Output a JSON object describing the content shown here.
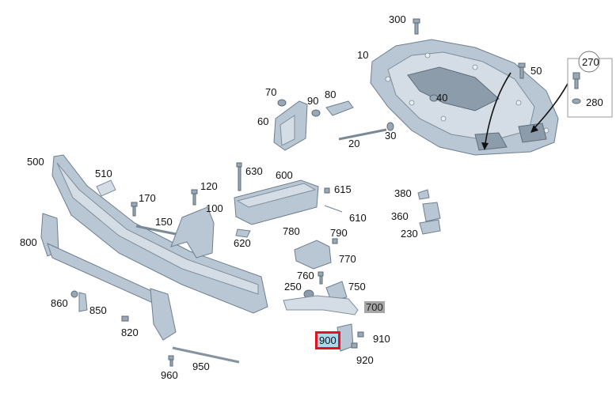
{
  "diagram": {
    "labels": {
      "p300": "300",
      "p10": "10",
      "p50": "50",
      "p270": "270",
      "p280": "280",
      "p40": "40",
      "p70": "70",
      "p90": "90",
      "p80": "80",
      "p60": "60",
      "p30": "30",
      "p20": "20",
      "p500": "500",
      "p510": "510",
      "p630": "630",
      "p600": "600",
      "p615": "615",
      "p170": "170",
      "p120": "120",
      "p150": "150",
      "p100": "100",
      "p610": "610",
      "p380": "380",
      "p360": "360",
      "p230": "230",
      "p800": "800",
      "p620": "620",
      "p780": "780",
      "p790": "790",
      "p770": "770",
      "p760": "760",
      "p250": "250",
      "p750": "750",
      "p700": "700",
      "p860": "860",
      "p850": "850",
      "p820": "820",
      "p910": "910",
      "p900": "900",
      "p920": "920",
      "p960": "960",
      "p950": "950"
    },
    "selected_part": "900",
    "highlighted_part": "700",
    "colors": {
      "part_fill": "#b9c6d3",
      "selected_outline": "#e0141e",
      "selected_fill": "#a9d8ef",
      "highlight_fill": "#a6a6a6"
    }
  }
}
